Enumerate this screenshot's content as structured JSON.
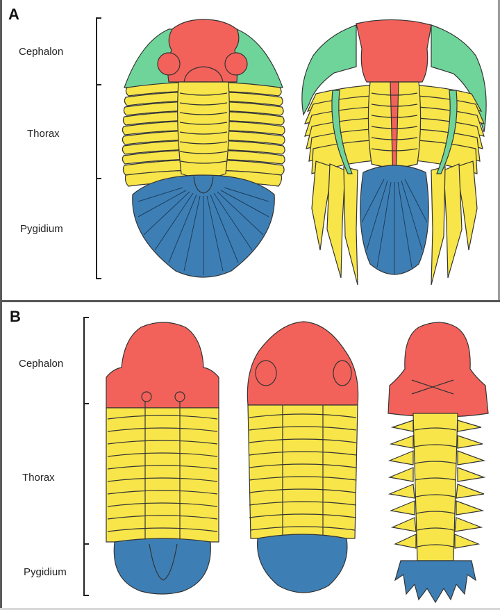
{
  "figure": {
    "colors": {
      "cephalon": "#f2625a",
      "free_cheek": "#6fd49a",
      "thorax": "#f7e54a",
      "pygidium": "#3d7fb5",
      "outline": "#333333",
      "border": "#5a5a5a"
    },
    "panels": [
      {
        "letter": "A",
        "labels": {
          "cephalon": "Cephalon",
          "thorax": "Thorax",
          "pygidium": "Pygidium"
        },
        "specimens": [
          "broad-pygidium trilobite",
          "long-spined trilobite"
        ]
      },
      {
        "letter": "B",
        "labels": {
          "cephalon": "Cephalon",
          "thorax": "Thorax",
          "pygidium": "Pygidium"
        },
        "specimens": [
          "rounded-cephalon trilobite",
          "eyed-cephalon trilobite",
          "spiny-pygidium trilobite"
        ]
      }
    ]
  }
}
